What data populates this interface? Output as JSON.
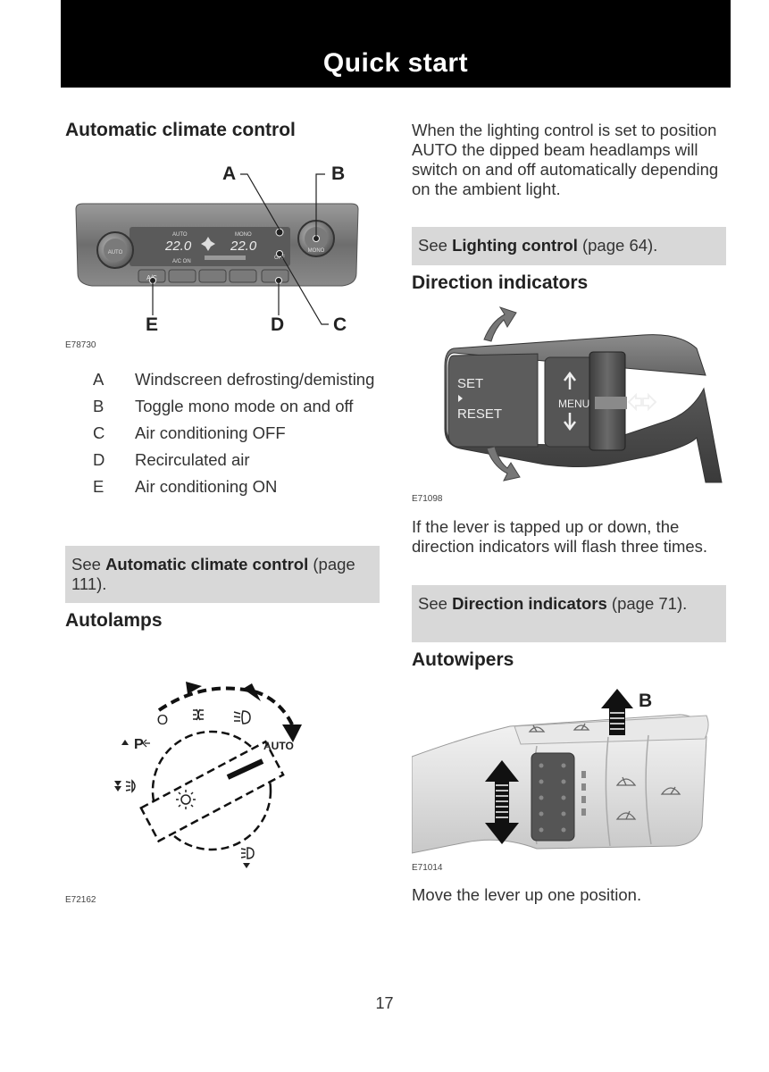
{
  "header": {
    "title": "Quick start"
  },
  "left": {
    "climate": {
      "heading": "Automatic climate control",
      "figure_code": "E78730",
      "callouts": {
        "a": "A",
        "b": "B",
        "c": "C",
        "d": "D",
        "e": "E"
      },
      "panel": {
        "auto_knob": "AUTO",
        "mono_knob": "MONO",
        "auto_text": "AUTO",
        "mono_text": "MONO",
        "temp_left": "22.0",
        "temp_right": "22.0",
        "ac_on": "A/C ON",
        "off_label": "OFF",
        "ac_button": "A/C"
      },
      "legend": [
        {
          "key": "A",
          "text": "Windscreen defrosting/demisting"
        },
        {
          "key": "B",
          "text": "Toggle mono mode on and off"
        },
        {
          "key": "C",
          "text": "Air conditioning OFF"
        },
        {
          "key": "D",
          "text": "Recirculated air"
        },
        {
          "key": "E",
          "text": "Air conditioning ON"
        }
      ],
      "note_prefix": "See ",
      "note_bold": "Automatic climate control",
      "note_suffix": " (page 111)."
    },
    "autolamps": {
      "heading": "Autolamps",
      "figure_code": "E72162",
      "dial": {
        "o": "O",
        "auto": "AUTO",
        "p": "P"
      }
    }
  },
  "right": {
    "lighting_para": "When the lighting control is set to position AUTO the dipped beam headlamps will switch on and off automatically depending on the ambient light.",
    "lighting_note": {
      "prefix": "See ",
      "bold": "Lighting control",
      "suffix": " (page 64)."
    },
    "direction": {
      "heading": "Direction indicators",
      "figure_code": "E71098",
      "lever": {
        "set": "SET",
        "reset": "RESET",
        "menu": "MENU"
      },
      "para": "If the lever is tapped up or down, the direction indicators will flash three times.",
      "note": {
        "prefix": "See ",
        "bold": "Direction indicators",
        "suffix": " (page 71)."
      }
    },
    "wipers": {
      "heading": "Autowipers",
      "figure_code": "E71014",
      "callout_b": "B",
      "para": "Move the lever up one position."
    }
  },
  "page_number": "17"
}
